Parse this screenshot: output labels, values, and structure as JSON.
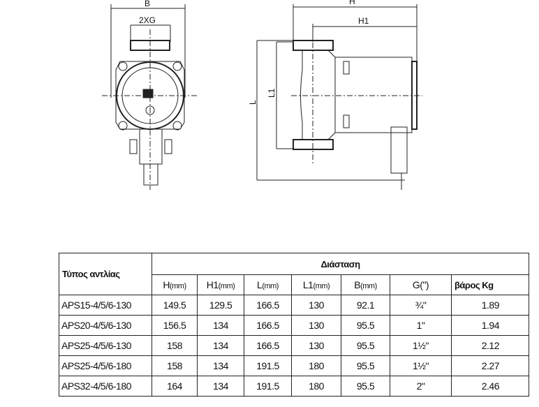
{
  "drawing": {
    "labels": {
      "b": "B",
      "g": "2XG",
      "h": "H",
      "h1": "H1",
      "l": "L",
      "l1": "L1"
    }
  },
  "table": {
    "type_header": "Τύπος αντλίας",
    "dim_header": "Διάσταση",
    "columns": [
      "H",
      "H1",
      "L",
      "L1",
      "B",
      "G(\")",
      "βάρος Kg"
    ],
    "units": [
      "(mm)",
      "(mm)",
      "(mm)",
      "(mm)",
      "(mm)",
      "",
      ""
    ],
    "rows": [
      [
        "APS15-4/5/6-130",
        "149.5",
        "129.5",
        "166.5",
        "130",
        "92.1",
        "¾\"",
        "1.89"
      ],
      [
        "APS20-4/5/6-130",
        "156.5",
        "134",
        "166.5",
        "130",
        "95.5",
        "1\"",
        "1.94"
      ],
      [
        "APS25-4/5/6-130",
        "158",
        "134",
        "166.5",
        "130",
        "95.5",
        "1½\"",
        "2.12"
      ],
      [
        "APS25-4/5/6-180",
        "158",
        "134",
        "191.5",
        "180",
        "95.5",
        "1½\"",
        "2.27"
      ],
      [
        "APS32-4/5/6-180",
        "164",
        "134",
        "191.5",
        "180",
        "95.5",
        "2\"",
        "2.46"
      ]
    ]
  }
}
